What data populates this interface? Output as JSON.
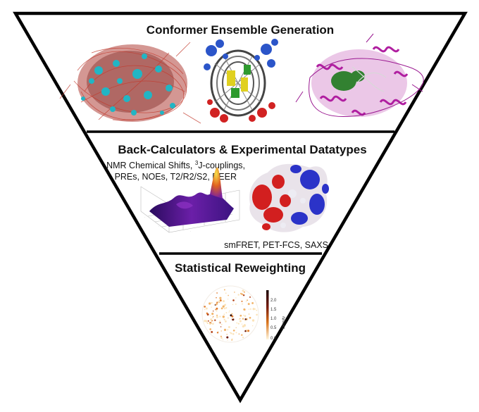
{
  "sections": [
    {
      "title": "Conformer Ensemble Generation"
    },
    {
      "title": "Back-Calculators & Experimental Datatypes",
      "nmr_line1_prefix": "NMR Chemical Shifts, ",
      "nmr_line1_sup": "3",
      "nmr_line1_suffix": "J-couplings,",
      "nmr_line2": "PREs, NOEs, T2/R2/S2, DEER",
      "bottom_note": "smFRET, PET-FCS, SAXS"
    },
    {
      "title": "Statistical Reweighting",
      "colorbar": {
        "label": "Density",
        "ticks": [
          "2.0",
          "1.5",
          "1.0",
          "0.5",
          "0.0"
        ]
      }
    }
  ],
  "colors": {
    "protein_cyan": "#22b5c4",
    "wire_red": "#c23b2e",
    "helix_magenta": "#b01ea0",
    "sheet_green": "#1e7a1e",
    "surface_red": "#d21f1f",
    "surface_blue": "#2b33c8"
  }
}
